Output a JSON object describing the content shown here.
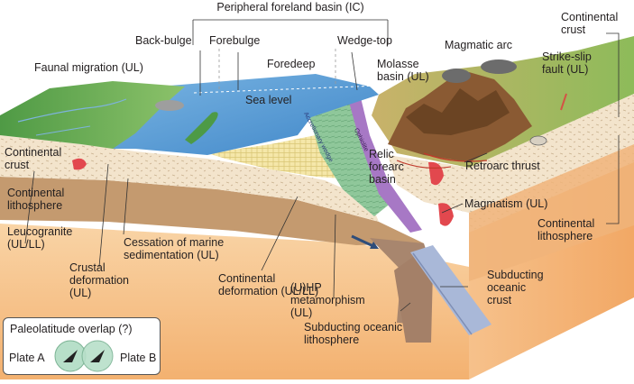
{
  "diagram": {
    "labels": {
      "peripheral_foreland_basin": "Peripheral foreland basin (IC)",
      "continental_crust_top_right": "Continental\ncrust",
      "back_bulge": "Back-bulge",
      "forebulge": "Forebulge",
      "wedge_top": "Wedge-top",
      "magmatic_arc": "Magmatic arc",
      "faunal_migration": "Faunal migration (UL)",
      "foredeep": "Foredeep",
      "molasse_basin": "Molasse\nbasin (UL)",
      "strike_slip_fault": "Strike-slip\nfault (UL)",
      "sea_level": "Sea level",
      "continental_crust_left": "Continental\ncrust",
      "relic_forearc_basin": "Relic\nforearc\nbasin",
      "retroarc_thrust": "Retroarc thrust",
      "continental_lithosphere_left": "Continental\nlithosphere",
      "magmatism": "Magmatism (UL)",
      "leucogranite": "Leucogranite\n(UL/LL)",
      "continental_lithosphere_right": "Continental\nlithosphere",
      "cessation_marine": "Cessation of marine\nsedimentation (UL)",
      "crustal_deformation": "Crustal\ndeformation\n(UL)",
      "continental_deformation": "Continental\ndeformation (UL/LL)",
      "uhp_metamorphism": "(U)HP\nmetamorphism\n(UL)",
      "subducting_oceanic_crust": "Subducting\noceanic\ncrust",
      "subducting_oceanic_lithosphere": "Subducting oceanic\nlithosphere",
      "accretionary_wedge": "Accretionary wedge",
      "ophiolite": "Ophiolite"
    },
    "legend": {
      "title": "Paleolatitude overlap (?)",
      "plate_a": "Plate A",
      "plate_b": "Plate B"
    },
    "colors": {
      "sea": "#5b9fd6",
      "land_green": "#6aa84f",
      "crust": "#f3e4cc",
      "lithosphere": "#b98a62",
      "asthenosphere": "#f6c48d",
      "slab_crust": "#a9b8d8",
      "slab_lithosphere": "#a8866e",
      "magma": "#e2484e",
      "ophiolite": "#8a5aa8"
    }
  }
}
